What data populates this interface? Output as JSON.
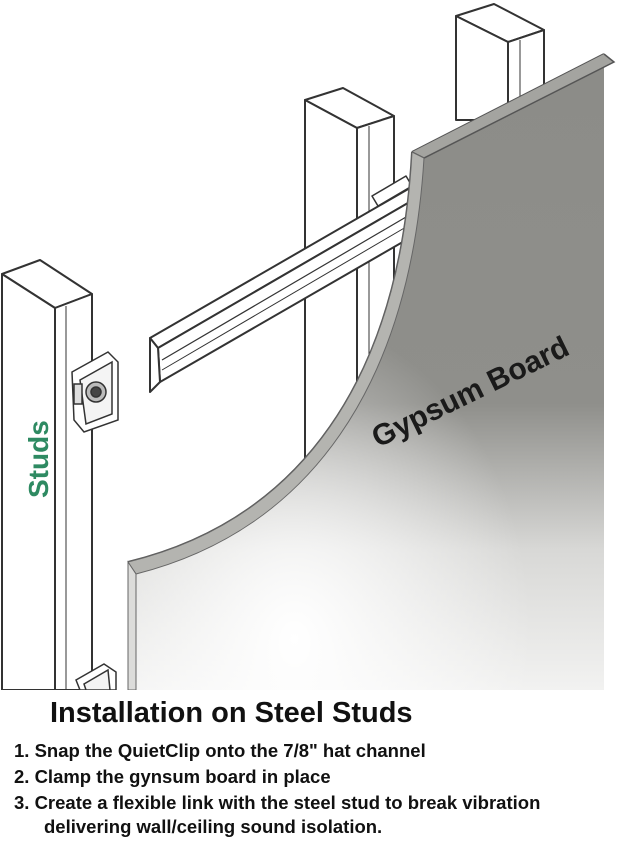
{
  "labels": {
    "studs": "Studs",
    "gypsum_board": "Gypsum Board"
  },
  "title": "Installation on Steel Studs",
  "steps": [
    {
      "text": "1. Snap the QuietClip onto the 7/8\" hat channel"
    },
    {
      "text": "2. Clamp the gynsum board in place"
    },
    {
      "text": "3. Create a flexible link with the steel stud to break vibration",
      "continuation": "delivering wall/ceiling sound isolation."
    }
  ],
  "colors": {
    "studs_label": "#2e8a62",
    "board": "#8a8a86",
    "board_edge": "#6e6e6a",
    "line": "#333333"
  }
}
